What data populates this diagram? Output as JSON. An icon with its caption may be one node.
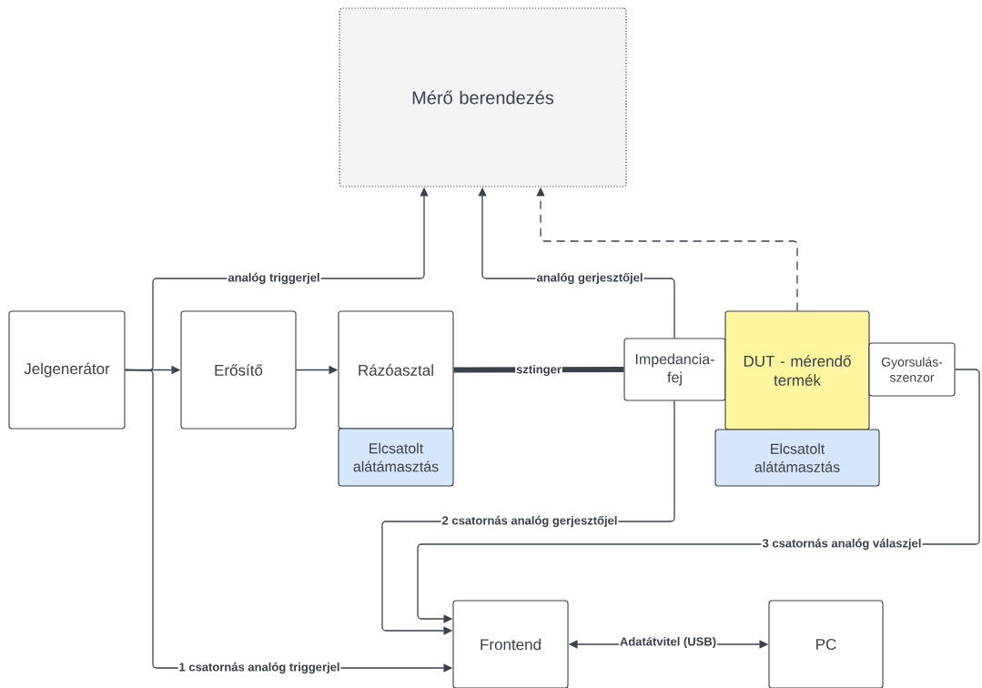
{
  "diagram": {
    "nodes": [
      {
        "text": [
          "Mérő berendezés"
        ]
      },
      {
        "text": [
          "Jelgenerátor"
        ]
      },
      {
        "text": [
          "Erősítő"
        ]
      },
      {
        "text": [
          "Rázóasztal"
        ]
      },
      {
        "text": [
          "Elcsatolt alátámasztás"
        ]
      },
      {
        "text": [
          "Impedancia-fej"
        ]
      },
      {
        "text": [
          "DUT - mérendő termék"
        ]
      },
      {
        "text": [
          "Gyorsulás-szenzor"
        ]
      },
      {
        "text": [
          "Elcsatolt alátámasztás"
        ]
      },
      {
        "text": [
          "Frontend"
        ]
      },
      {
        "text": [
          "PC"
        ]
      }
    ],
    "edges": [
      {
        "from": 1,
        "to": 2,
        "arrow": "to"
      },
      {
        "from": 2,
        "to": 3,
        "arrow": "to"
      },
      {
        "from": 1,
        "to": 0,
        "arrow": "to",
        "label": "analóg triggerjel"
      },
      {
        "from": 5,
        "to": 0,
        "arrow": "to",
        "label": "analóg gerjesztőjel"
      },
      {
        "from": 6,
        "to": 0,
        "arrow": "to",
        "style": "dashed"
      },
      {
        "from": 3,
        "to": 5,
        "arrow": "none",
        "style": "thick",
        "label": "sztinger"
      },
      {
        "from": 5,
        "to": 9,
        "arrow": "to",
        "label": "2 csatornás analóg gerjesztőjel"
      },
      {
        "from": 7,
        "to": 9,
        "arrow": "to",
        "label": "3 csatornás analóg válaszjel"
      },
      {
        "from": 1,
        "to": 9,
        "arrow": "to",
        "label": "1 csatornás analóg triggerjel"
      },
      {
        "from": 9,
        "to": 10,
        "arrow": "both",
        "label": "Adatátvitel (USB)"
      }
    ]
  }
}
